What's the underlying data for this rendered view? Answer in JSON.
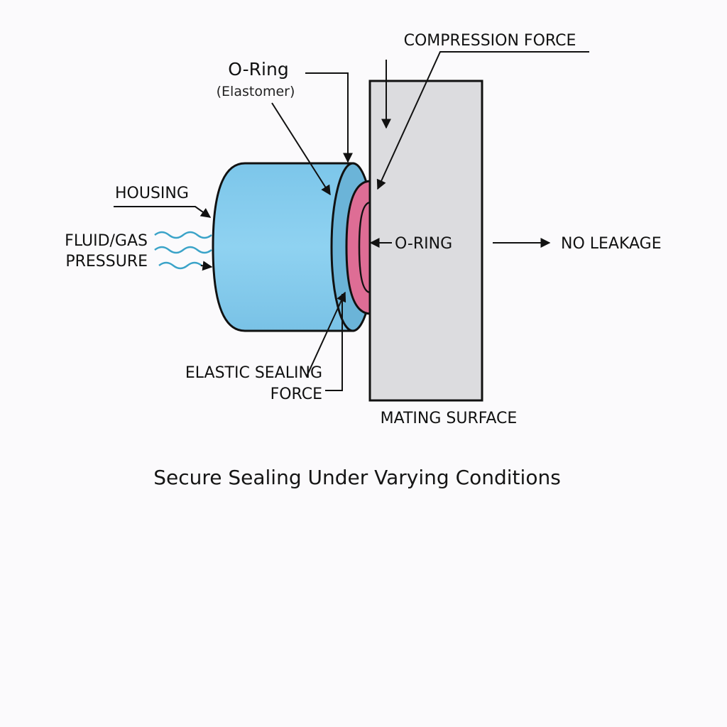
{
  "labels": {
    "compression_force": "COMPRESSION FORCE",
    "oring_title": "O-Ring",
    "oring_material": "(Elastomer)",
    "housing": "HOUSING",
    "pressure_line1": "FLUID/GAS",
    "pressure_line2": "PRESSURE",
    "oring_inline": "O-RING",
    "no_leakage": "NO LEAKAGE",
    "elastic_line1": "ELASTIC SEALING",
    "elastic_line2": "FORCE",
    "mating_surface": "MATING SURFACE"
  },
  "caption": "Secure Sealing Under Varying Conditions",
  "colors": {
    "housing_fill": "#86cdee",
    "housing_end": "#6bb4d8",
    "oring_fill": "#de6d95",
    "plate_fill": "#dcdcdf",
    "pressure_waves": "#3aa3c8",
    "outline": "#111111"
  }
}
